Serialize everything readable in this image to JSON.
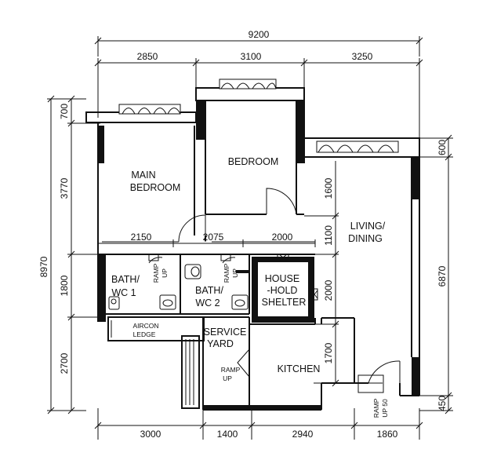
{
  "dimensions": {
    "overall_width": "9200",
    "top": [
      "2850",
      "3100",
      "3250"
    ],
    "mid": [
      "2150",
      "2075",
      "2000"
    ],
    "bottom": [
      "3000",
      "1400",
      "2940",
      "1860"
    ],
    "left_overall": "8970",
    "left": [
      "700",
      "3770",
      "1800",
      "2700"
    ],
    "inner": [
      "1600",
      "1100",
      "2000",
      "1700"
    ],
    "right": [
      "600",
      "6870",
      "450"
    ]
  },
  "rooms": {
    "main_bedroom": [
      "MAIN",
      "BEDROOM"
    ],
    "bedroom": "BEDROOM",
    "living_dining": [
      "LIVING/",
      "DINING"
    ],
    "bath1": [
      "BATH/",
      "WC 1"
    ],
    "bath2": [
      "BATH/",
      "WC 2"
    ],
    "household_shelter": [
      "HOUSE",
      "-HOLD",
      "SHELTER"
    ],
    "aircon_ledge": [
      "AIRCON",
      "LEDGE"
    ],
    "service_yard": [
      "SERVICE",
      "YARD"
    ],
    "kitchen": "KITCHEN"
  },
  "ramps": {
    "bath1": [
      "RAMP",
      "UP"
    ],
    "bath2": [
      "RAMP",
      "UP"
    ],
    "yard": [
      "RAMP",
      "UP"
    ],
    "entrance": [
      "RAMP",
      "UP 50"
    ]
  }
}
